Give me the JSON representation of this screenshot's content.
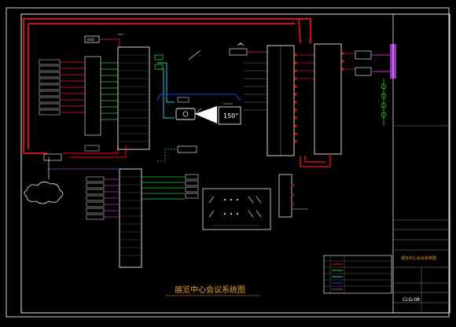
{
  "drawing": {
    "title": "展览中心会议系统图",
    "angle_label": "150°",
    "title_block": {
      "system_name": "展览中心会议系统图",
      "drawing_no": "CLG-08"
    }
  }
}
